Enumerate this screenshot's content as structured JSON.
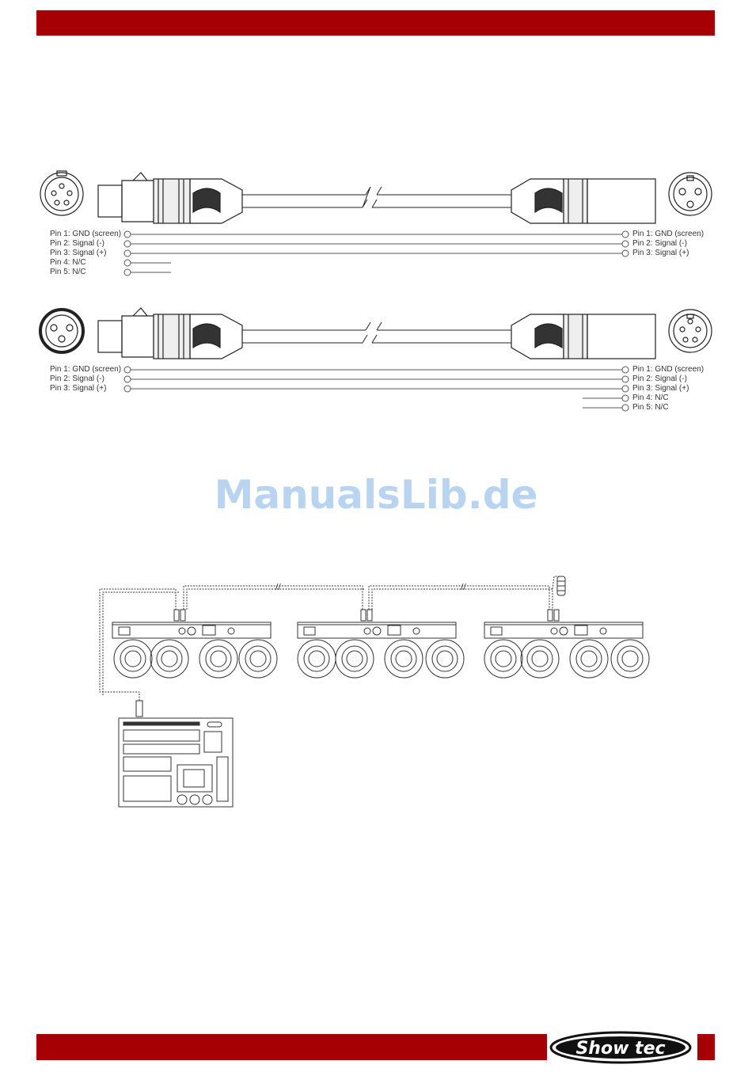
{
  "cable1": {
    "left_pins": [
      "Pin 1: GND (screen)",
      "Pin 2: Signal (-)",
      "Pin 3: Signal (+)",
      "Pin 4: N/C",
      "Pin 5: N/C"
    ],
    "right_pins": [
      "Pin 1: GND (screen)",
      "Pin 2: Signal (-)",
      "Pin 3: Signal (+)"
    ]
  },
  "cable2": {
    "left_pins": [
      "Pin 1: GND (screen)",
      "Pin 2: Signal (-)",
      "Pin 3: Signal (+)"
    ],
    "right_pins": [
      "Pin 1: GND (screen)",
      "Pin 2: Signal (-)",
      "Pin 3: Signal (+)",
      "Pin 4: N/C",
      "Pin 5: N/C"
    ]
  },
  "watermark": "ManualsLib.de",
  "brand": {
    "logo_text": "Show tec",
    "accent_color": "#a60004"
  }
}
